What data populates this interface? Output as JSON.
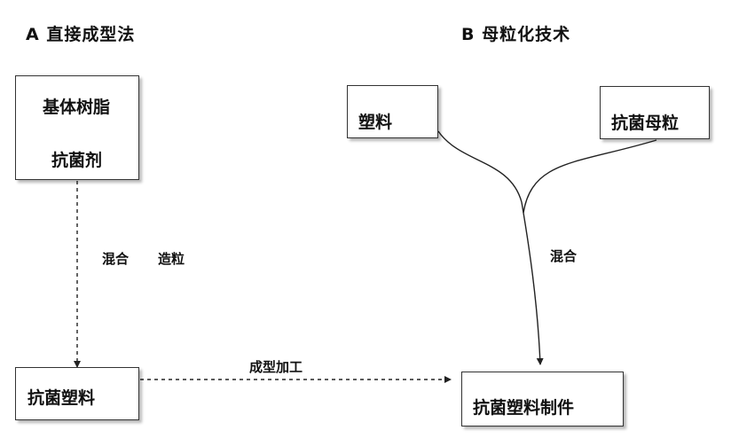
{
  "section_a": {
    "title": "A  直接成型法",
    "box_top": {
      "line1": "基体树脂",
      "line2": "抗菌剂"
    },
    "step_label_1": "混合",
    "step_label_2": "造粒",
    "box_bottom": "抗菌塑料"
  },
  "section_b": {
    "title": "B  母粒化技术",
    "box_plastic": "塑料",
    "box_masterbatch": "抗菌母粒",
    "step_label": "混合",
    "box_product": "抗菌塑料制件"
  },
  "connector_label": "成型加工",
  "colors": {
    "line": "#222222",
    "border": "#333333",
    "text": "#111111"
  }
}
